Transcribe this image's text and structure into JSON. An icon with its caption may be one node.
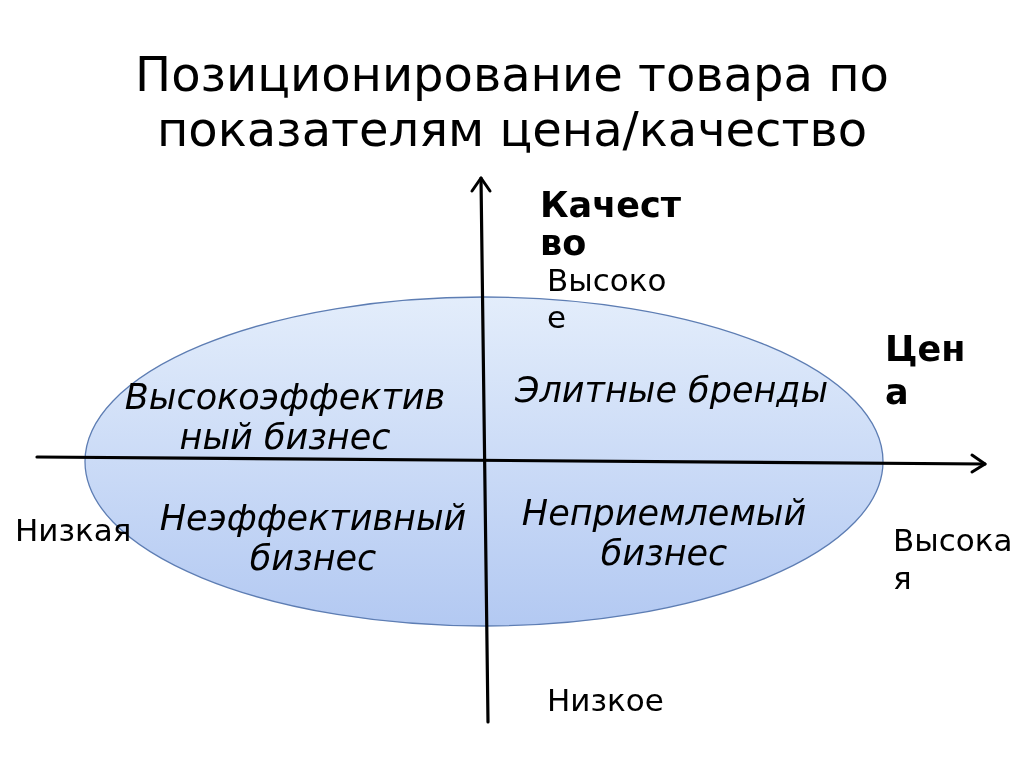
{
  "diagram": {
    "title": "Позиционирование товара по показателям цена/качество",
    "nodes": [
      {
        "text": [
          "Высокоэффективный бизнес",
          "Элитные бренды",
          "Неэффективный бизнес",
          "Неприемлемый бизнес"
        ]
      }
    ],
    "labels": [
      "Качество",
      "Высокое",
      "Цена",
      "Низкая",
      "Высокая",
      "Низкое"
    ]
  }
}
